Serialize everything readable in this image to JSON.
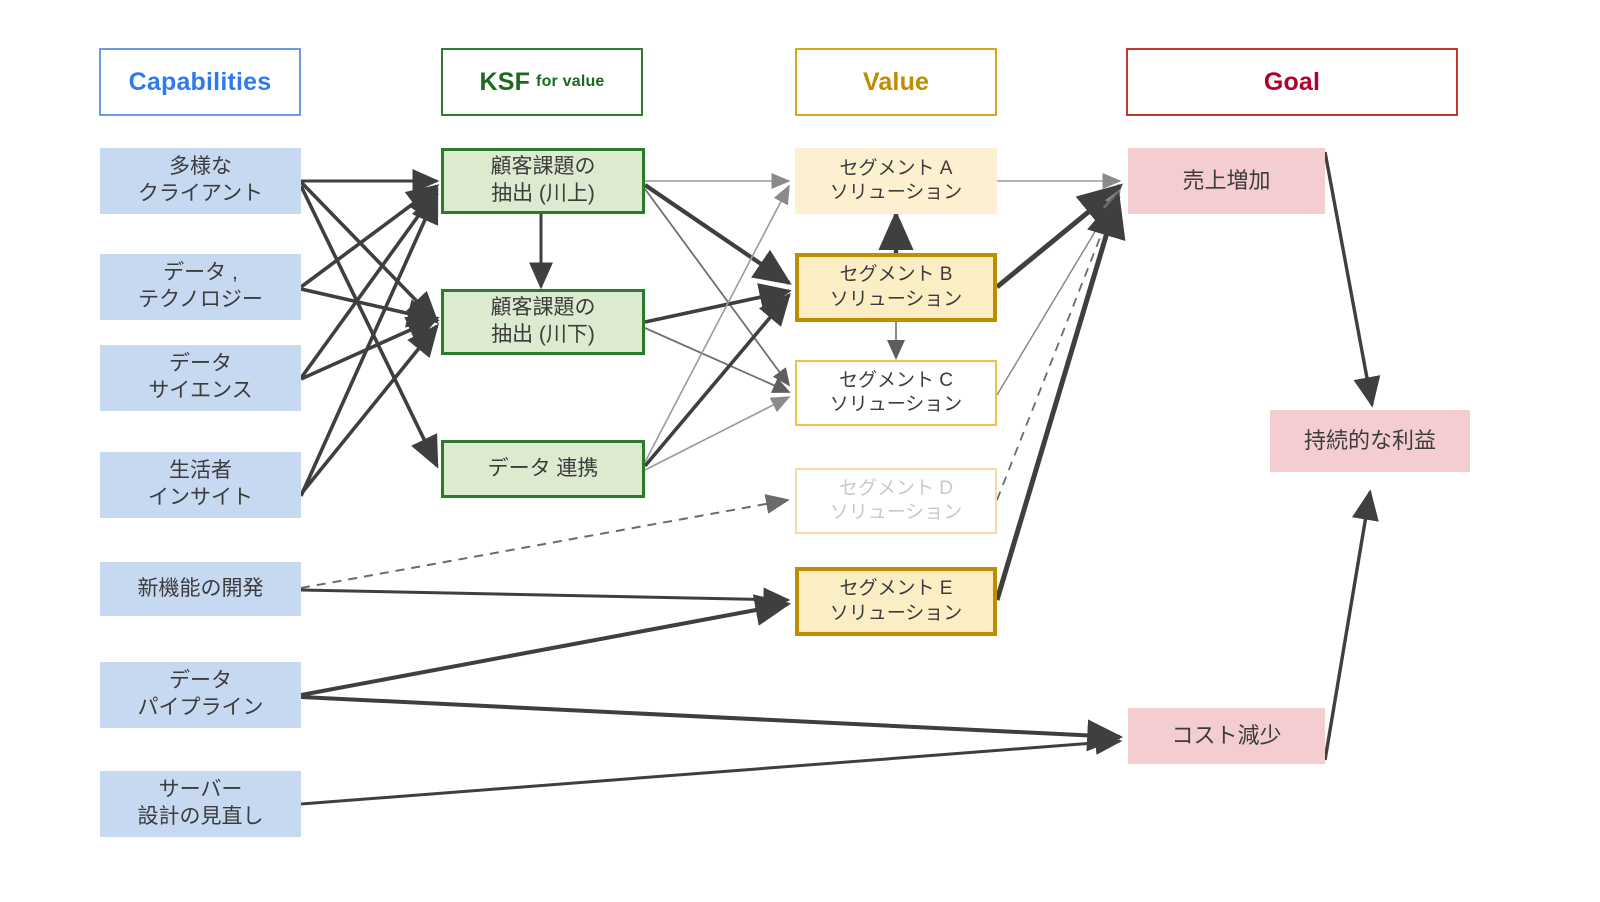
{
  "diagram": {
    "title": "Capabilities to Goal value chain",
    "columns": [
      {
        "id": "capabilities",
        "label": "Capabilities",
        "sub": "",
        "color": "#2f7bea",
        "border": "#6a9ae8"
      },
      {
        "id": "ksf",
        "label": "KSF",
        "sub": "for value",
        "color": "#1b6b1f",
        "border": "#2e7d32"
      },
      {
        "id": "value",
        "label": "Value",
        "sub": "",
        "color": "#c08c00",
        "border": "#d9a621"
      },
      {
        "id": "goal",
        "label": "Goal",
        "sub": "",
        "color": "#b2002a",
        "border": "#c0392e"
      }
    ],
    "capabilities": [
      {
        "id": "cap-clients",
        "label": "多様な\nクライアント"
      },
      {
        "id": "cap-datatech",
        "label": "データ ,\nテクノロジー"
      },
      {
        "id": "cap-datasci",
        "label": "データ\nサイエンス"
      },
      {
        "id": "cap-insight",
        "label": "生活者\nインサイト"
      },
      {
        "id": "cap-newfeat",
        "label": "新機能の開発"
      },
      {
        "id": "cap-pipeline",
        "label": "データ\nパイプライン"
      },
      {
        "id": "cap-server",
        "label": "サーバー\n設計の見直し"
      }
    ],
    "ksf": [
      {
        "id": "ksf-upstream",
        "label": "顧客課題の\n抽出 (川上)"
      },
      {
        "id": "ksf-downstream",
        "label": "顧客課題の\n抽出 (川下)"
      },
      {
        "id": "ksf-datalink",
        "label": "データ 連携"
      }
    ],
    "values": [
      {
        "id": "val-a",
        "label": "セグメント A\nソリューション",
        "emphasis": "filled"
      },
      {
        "id": "val-b",
        "label": "セグメント B\nソリューション",
        "emphasis": "strong"
      },
      {
        "id": "val-c",
        "label": "セグメント C\nソリューション",
        "emphasis": "plain"
      },
      {
        "id": "val-d",
        "label": "セグメント D\nソリューション",
        "emphasis": "ghost"
      },
      {
        "id": "val-e",
        "label": "セグメント E\nソリューション",
        "emphasis": "strong"
      }
    ],
    "goals": [
      {
        "id": "goal-revenue",
        "label": "売上増加"
      },
      {
        "id": "goal-profit",
        "label": "持続的な利益"
      },
      {
        "id": "goal-cost",
        "label": "コスト減少"
      }
    ],
    "palette": {
      "capability_fill": "#c6d9f1",
      "ksf_fill": "#dceacf",
      "ksf_border": "#2c7a2c",
      "value_fill": "#fdf0d0",
      "value_border": "#e8b93c",
      "value_border_strong": "#c08c00",
      "goal_fill": "#f4cdd1",
      "edge_dark": "#3f3f3f",
      "edge_mid": "#6f6f6f",
      "edge_light": "#9b9b9b",
      "background": "#ffffff"
    }
  }
}
